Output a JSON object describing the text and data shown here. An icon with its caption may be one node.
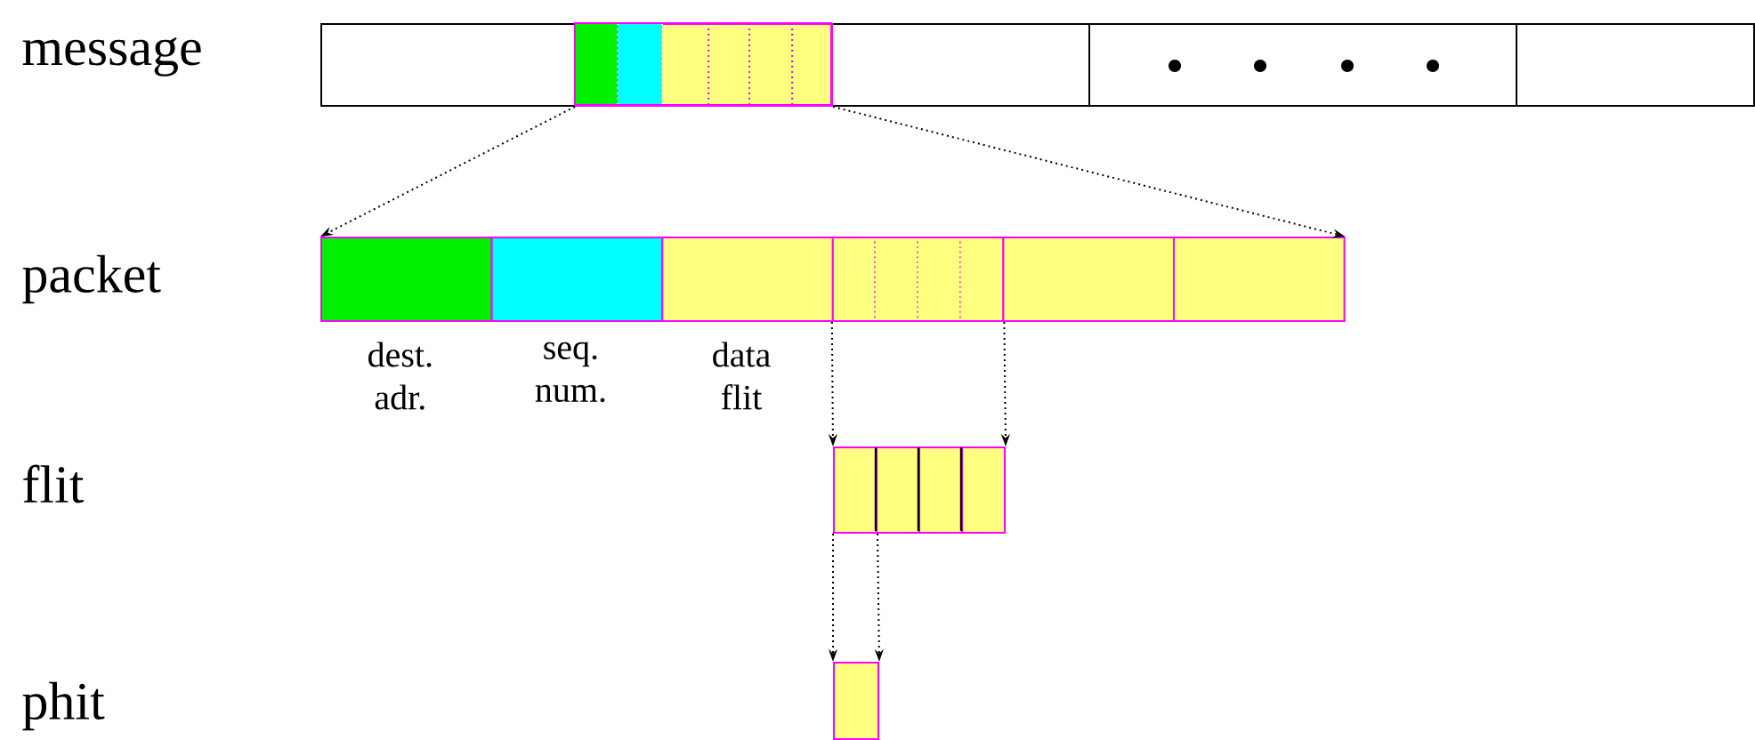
{
  "diagram": {
    "nodes": [
      {
        "text": [],
        "shape": "box"
      },
      {
        "text": [],
        "shape": "box",
        "in": 0
      },
      {
        "text": [],
        "shape": "box",
        "beside": [
          "dest. adr."
        ]
      },
      {
        "text": [],
        "shape": "box",
        "beside": [
          "seq. num."
        ]
      },
      {
        "text": [],
        "shape": "box",
        "beside": [
          "data flit"
        ]
      },
      {
        "text": [],
        "shape": "box"
      },
      {
        "text": [],
        "shape": "box"
      },
      {
        "text": [],
        "shape": "box"
      },
      {
        "text": [],
        "shape": "box"
      },
      {
        "text": [],
        "shape": "box"
      },
      {
        "text": [],
        "shape": "box"
      },
      {
        "text": [],
        "shape": "box"
      },
      {
        "text": [],
        "shape": "box"
      }
    ],
    "edges": [
      {
        "from": 1,
        "to": 2,
        "arrow": "to"
      },
      {
        "from": 1,
        "to": 7,
        "arrow": "to"
      },
      {
        "from": 5,
        "to": 8,
        "arrow": "to"
      },
      {
        "from": 5,
        "to": 11,
        "arrow": "to"
      },
      {
        "from": 8,
        "to": 12,
        "arrow": "to"
      },
      {
        "from": 8,
        "to": 12,
        "arrow": "to"
      }
    ],
    "labels": [
      "message",
      "packet",
      "flit",
      "phit"
    ]
  }
}
